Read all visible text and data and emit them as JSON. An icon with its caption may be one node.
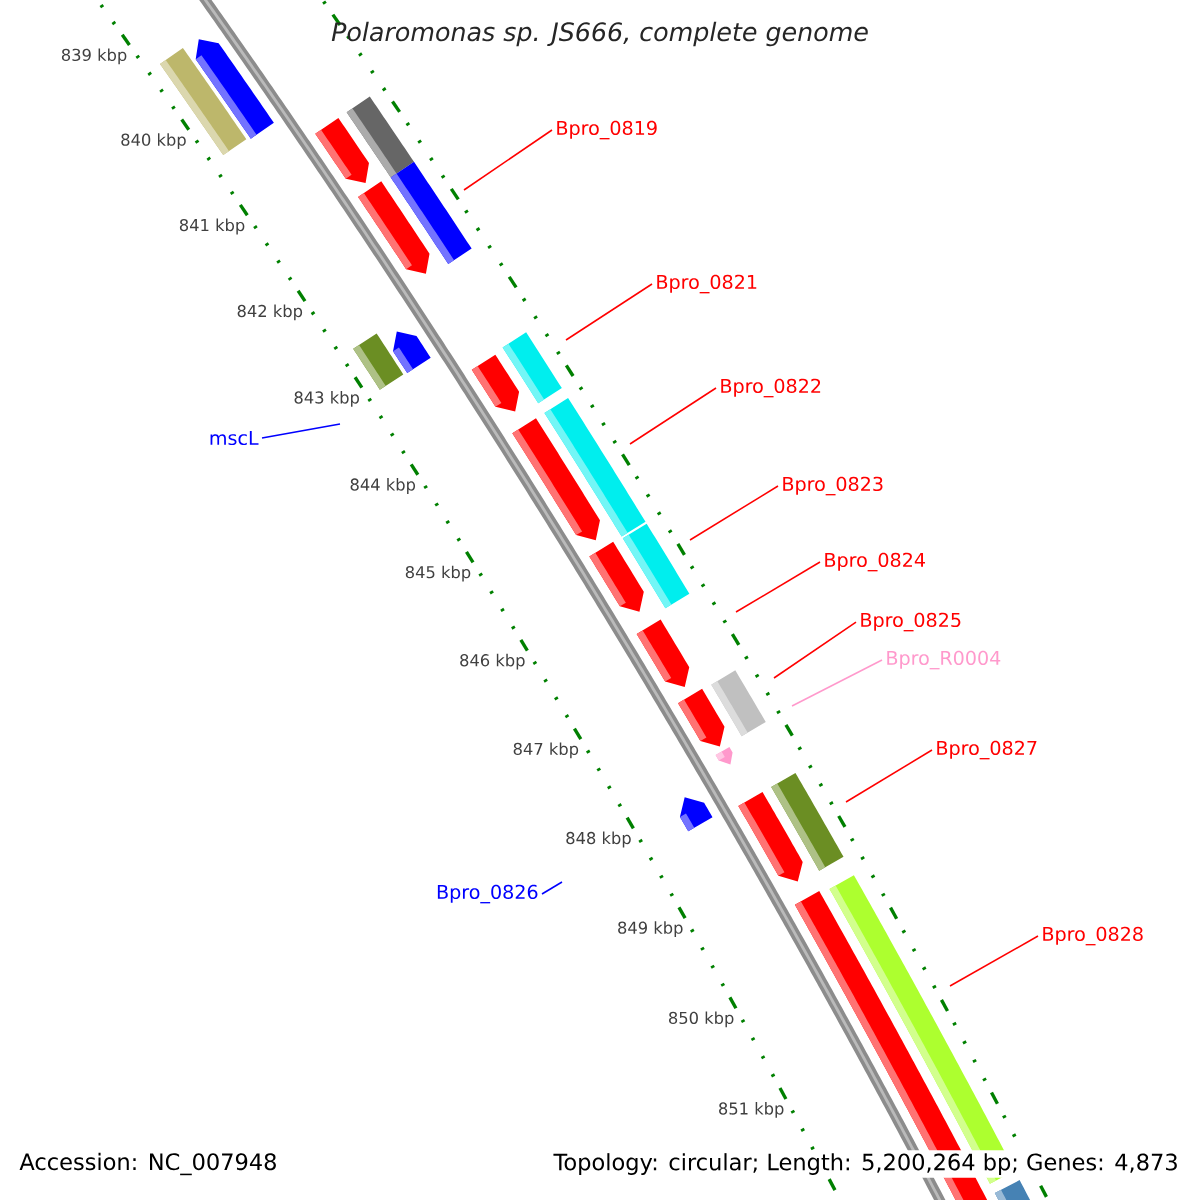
{
  "diagram": {
    "title": "Polaromonas sp. JS666, complete genome",
    "nodes": [
      {
        "text": [
          "Bpro_0819"
        ]
      },
      {
        "text": [
          "Bpro_0821"
        ]
      },
      {
        "text": [
          "Bpro_0822"
        ]
      },
      {
        "text": [
          "mscL"
        ]
      },
      {
        "text": [
          "Bpro_0823"
        ]
      },
      {
        "text": [
          "Bpro_0824"
        ]
      },
      {
        "text": [
          "Bpro_0825"
        ]
      },
      {
        "text": [
          "Bpro_R0004"
        ]
      },
      {
        "text": [
          "Bpro_0827"
        ]
      },
      {
        "text": [
          "Bpro_0826"
        ]
      },
      {
        "text": [
          "Bpro_0828"
        ]
      }
    ],
    "edges": [
      {
        "from": 0,
        "to": null,
        "arrow": "none"
      },
      {
        "from": 1,
        "to": null,
        "arrow": "none"
      },
      {
        "from": 2,
        "to": null,
        "arrow": "none"
      },
      {
        "from": 3,
        "to": null,
        "arrow": "none",
        "color": "#0000ff"
      },
      {
        "from": 4,
        "to": null,
        "arrow": "none"
      },
      {
        "from": 5,
        "to": null,
        "arrow": "none"
      },
      {
        "from": 6,
        "to": null,
        "arrow": "none"
      },
      {
        "from": 7,
        "to": null,
        "arrow": "none",
        "color": "#ff99cc"
      },
      {
        "from": 8,
        "to": null,
        "arrow": "none"
      },
      {
        "from": 9,
        "to": null,
        "arrow": "none",
        "color": "#0000ff"
      },
      {
        "from": 10,
        "to": null,
        "arrow": "none"
      }
    ],
    "labels": [
      "839 kbp",
      "840 kbp",
      "841 kbp",
      "842 kbp",
      "843 kbp",
      "844 kbp",
      "845 kbp",
      "846 kbp",
      "847 kbp",
      "848 kbp",
      "849 kbp",
      "850 kbp",
      "851 kbp",
      "Accession: NC_007948",
      "Topology: circular; Length: 5,200,264 bp; Genes: 4,873"
    ]
  }
}
